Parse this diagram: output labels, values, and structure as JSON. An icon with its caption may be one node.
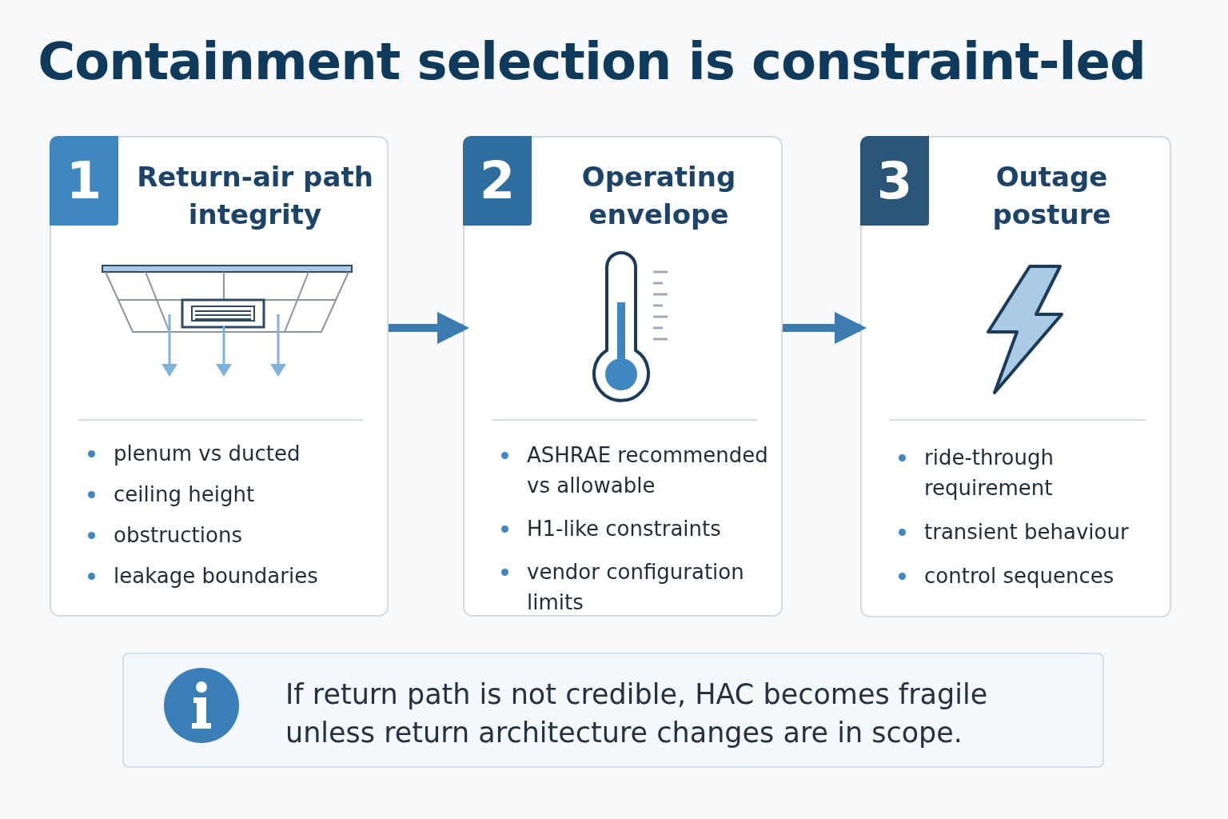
{
  "diagram": {
    "title": "Containment selection is constraint-led",
    "nodes": [
      {
        "text": [
          "1",
          "Return-air path integrity",
          "plenum vs ducted",
          "ceiling height",
          "obstructions",
          "leakage boundaries"
        ]
      },
      {
        "text": [
          "2",
          "Operating envelope",
          "ASHRAE recommended vs allowable",
          "H1-like constraints",
          "vendor configuration limits"
        ]
      },
      {
        "text": [
          "3",
          "Outage posture",
          "ride-through requirement",
          "transient behaviour",
          "control sequences"
        ]
      },
      {
        "text": [
          "If return path is not credible, HAC becomes fragile unless return architecture changes are in scope."
        ]
      }
    ],
    "edges": [
      {
        "from": 0,
        "to": 1,
        "arrow": "to"
      },
      {
        "from": 1,
        "to": 2,
        "arrow": "to"
      }
    ]
  }
}
